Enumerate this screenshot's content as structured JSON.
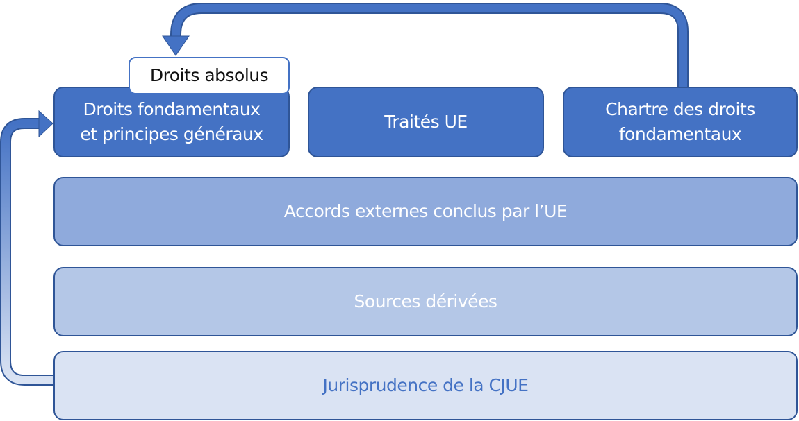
{
  "boxes": {
    "droits_fondamentaux": "Droits fondamentaux\net principes généraux",
    "traites": "Traités UE",
    "chartre": "Chartre des droits\nfondamentaux",
    "accords": "Accords externes conclus par l’UE",
    "sources": "Sources dérivées",
    "jurisprudence": "Jurisprudence de la CJUE"
  },
  "label": "Droits absolus",
  "colors": {
    "dark": "#4472c4",
    "mid": "#8faadc",
    "light": "#b4c7e7",
    "pale": "#dae3f3",
    "border": "#2f5597"
  }
}
